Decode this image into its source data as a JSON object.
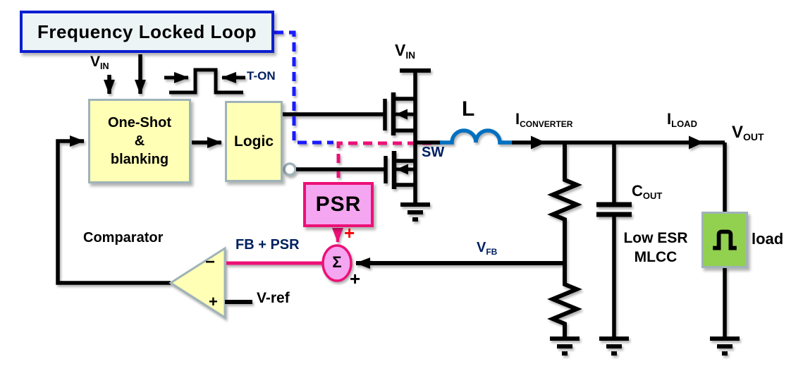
{
  "colors": {
    "fll_border": "#0c1ed0",
    "fll_fill": "#edf4f6",
    "dashed_blue": "#1a1aff",
    "yellow_fill": "#ffffb5",
    "box_border": "#9fb3b8",
    "pink_fill": "#f4a6f0",
    "pink_border": "#ec1077",
    "green_fill": "#92d050",
    "inductor_blue": "#0070c0",
    "navy_text": "#002060",
    "red_plus": "#ff0000"
  },
  "blocks": {
    "fll": {
      "label": "Frequency Locked Loop"
    },
    "one_shot": {
      "line1": "One-Shot",
      "line2": "&",
      "line3": "blanking"
    },
    "logic": {
      "label": "Logic"
    },
    "psr": {
      "label": "PSR"
    },
    "comparator": {
      "label": "Comparator",
      "minus": "−",
      "plus": "+"
    },
    "sigma": {
      "symbol": "Σ",
      "plus_top": "+",
      "plus_bottom": "+"
    },
    "load": {
      "label": "load"
    }
  },
  "labels": {
    "v_in_top": {
      "main": "V",
      "sub": "IN"
    },
    "t_on": "T-ON",
    "v_in_fet": {
      "main": "V",
      "sub": "IN"
    },
    "sw": "SW",
    "inductor": "L",
    "i_converter": {
      "main": "I",
      "sub": "CONVERTER"
    },
    "i_load": {
      "main": "I",
      "sub": "LOAD"
    },
    "v_out": {
      "main": "V",
      "sub": "OUT"
    },
    "c_out": {
      "main": "C",
      "sub": "OUT"
    },
    "cap_note1": "Low ESR",
    "cap_note2": "MLCC",
    "v_fb": {
      "main": "V",
      "sub": "FB"
    },
    "fb_psr": "FB + PSR",
    "v_ref": "V-ref"
  },
  "icons": {
    "load_glyph": "pulse-waveform-icon",
    "t_on_glyph": "pulse-waveform-icon",
    "ground": "ground-icon",
    "inverter_bubble": "inverter-bubble-icon"
  }
}
